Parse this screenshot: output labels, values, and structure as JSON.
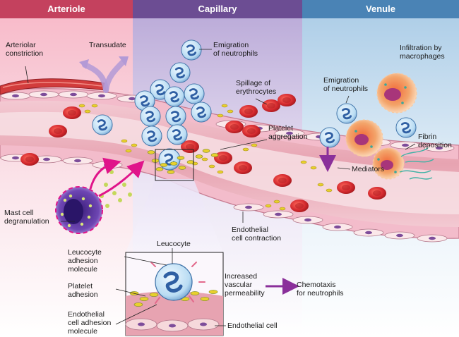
{
  "sections": {
    "arteriole": "Arteriole",
    "capillary": "Capillary",
    "venule": "Venule"
  },
  "labels": {
    "arteriolar_constriction": "Arteriolar\nconstriction",
    "transudate": "Transudate",
    "emigration_neutrophils_top": "Emigration\nof neutrophils",
    "infiltration_macrophages": "Infiltration by\nmacrophages",
    "spillage_erythrocytes": "Spillage of\nerythrocytes",
    "emigration_neutrophils_right": "Emigration\nof neutrophils",
    "platelet_aggregation": "Platelet\naggregation",
    "mediators": "Mediators",
    "fibrin_deposition": "Fibrin\ndeposition",
    "mast_cell_degranulation": "Mast cell\ndegranulation",
    "endothelial_contraction": "Endothelial\ncell contraction",
    "leucocyte": "Leucocyte",
    "leucocyte_adhesion_molecule": "Leucocyte\nadhesion\nmolecule",
    "platelet_adhesion": "Platelet\nadhesion",
    "endothelial_adhesion_molecule": "Endothelial\ncell adhesion\nmolecule",
    "increased_permeability": "Increased\nvascular\npermeability",
    "chemotaxis": "Chemotaxis\nfor neutrophils",
    "endothelial_cell": "Endothelial cell"
  },
  "colors": {
    "arteriole_header": "#c4415e",
    "capillary_header": "#6c4d93",
    "venule_header": "#4a83b5",
    "vessel_wall": "#e7a8b4",
    "endothelium": "#f6d9dc",
    "erythrocyte": "#d42a2f",
    "leucocyte": "#b9dcf3",
    "mediator_arrow": "#8a2f9a",
    "mast_arrow": "#e0148a",
    "platelet": "#e8d02c",
    "macrophage": "#f0a060"
  }
}
